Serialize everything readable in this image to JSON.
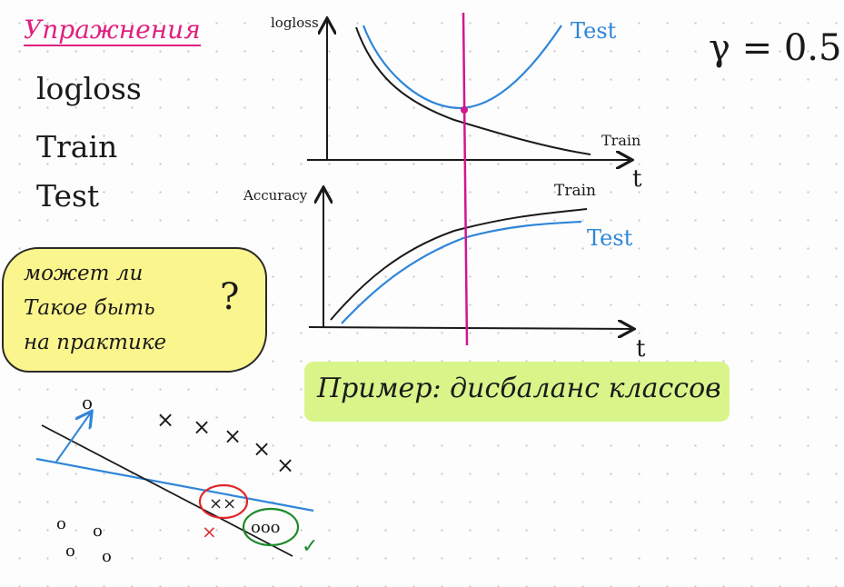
{
  "title": "Упражнения",
  "left_list": [
    "logloss",
    "Train",
    "Test"
  ],
  "gamma": "γ = 0.5",
  "question_lines": [
    "может ли",
    "Такое быть",
    "на практике"
  ],
  "question_mark": "?",
  "example": "Пример: дисбаланс классов",
  "chart_data": [
    {
      "type": "line",
      "ylabel": "logloss",
      "xlabel": "t",
      "series": [
        {
          "name": "Train",
          "color": "#1a1a1a",
          "shape": "decreasing"
        },
        {
          "name": "Test",
          "color": "#2f86d8",
          "shape": "U-shaped with minimum at marked line"
        }
      ]
    },
    {
      "type": "line",
      "ylabel": "Accuracy",
      "xlabel": "t",
      "series": [
        {
          "name": "Train",
          "color": "#1a1a1a",
          "shape": "increasing, saturating, above Test"
        },
        {
          "name": "Test",
          "color": "#2f86d8",
          "shape": "increasing, saturating"
        }
      ]
    }
  ],
  "colors": {
    "ink": "#1a1a1a",
    "blue": "#2f86d8",
    "magenta": "#d0178f",
    "red": "#e0262a",
    "green": "#1e8a2a",
    "yellow": "#fbf58d",
    "lime": "#d9f58a"
  },
  "diagram": {
    "x_mark": "×",
    "cross_label": "×",
    "top_circle": "o",
    "x_cluster": "××",
    "o_cluster": "ooo",
    "check": "✓"
  }
}
